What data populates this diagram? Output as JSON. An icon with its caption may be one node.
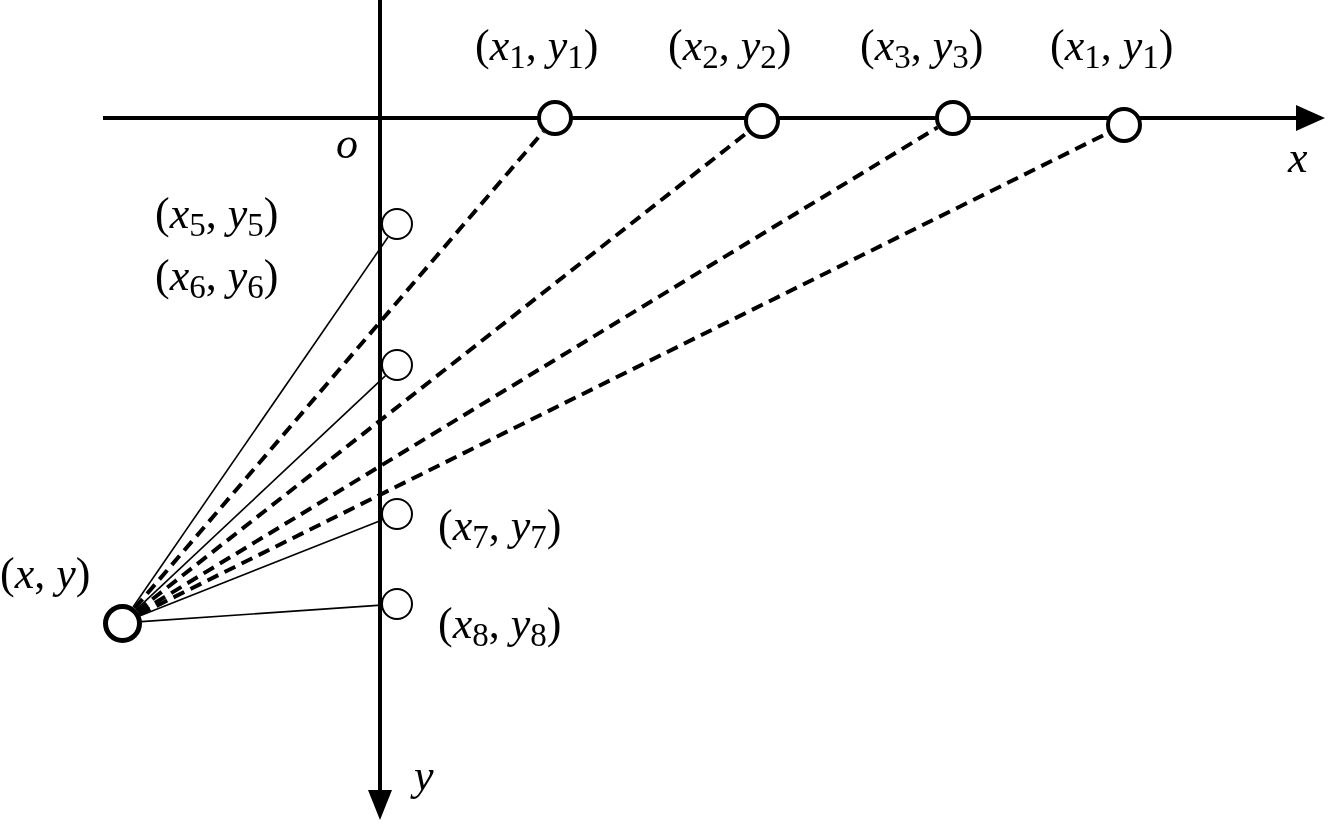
{
  "diagram": {
    "nodes": [
      {
        "text": [],
        "shape": "circle",
        "beside": [
          "(*x*$_{1}$, *y*$_{1}$)"
        ]
      },
      {
        "text": [],
        "shape": "circle",
        "beside": [
          "(*x*$_{2}$, *y*$_{2}$)"
        ]
      },
      {
        "text": [],
        "shape": "circle",
        "beside": [
          "(*x*$_{3}$, *y*$_{3}$)"
        ]
      },
      {
        "text": [],
        "shape": "circle",
        "beside": [
          "(*x*$_{1}$, *y*$_{1}$)"
        ]
      },
      {
        "text": [],
        "shape": "circle",
        "beside": [
          "(*x*$_{5}$, *y*$_{5}$)"
        ]
      },
      {
        "text": [],
        "shape": "circle",
        "beside": [
          "(*x*$_{6}$, *y*$_{6}$)"
        ]
      },
      {
        "text": [],
        "shape": "circle",
        "beside": [
          "(*x*$_{7}$, *y*$_{7}$)"
        ]
      },
      {
        "text": [],
        "shape": "circle",
        "beside": [
          "(*x*$_{8}$, *y*$_{8}$)"
        ]
      },
      {
        "text": [],
        "shape": "circle",
        "beside": [
          "(*x*, *y*)"
        ]
      }
    ],
    "edges": [
      {
        "from": 8,
        "to": 0,
        "arrow": "none",
        "style": "dashed"
      },
      {
        "from": 8,
        "to": 1,
        "arrow": "none",
        "style": "dashed"
      },
      {
        "from": 8,
        "to": 2,
        "arrow": "none",
        "style": "dashed"
      },
      {
        "from": 8,
        "to": 3,
        "arrow": "none",
        "style": "dashed"
      },
      {
        "from": 8,
        "to": 4,
        "arrow": "none"
      },
      {
        "from": 8,
        "to": 5,
        "arrow": "none"
      },
      {
        "from": 8,
        "to": 6,
        "arrow": "none"
      },
      {
        "from": 8,
        "to": 7,
        "arrow": "none"
      }
    ],
    "labels": [
      "*o*",
      "*x*",
      "*y*"
    ]
  }
}
